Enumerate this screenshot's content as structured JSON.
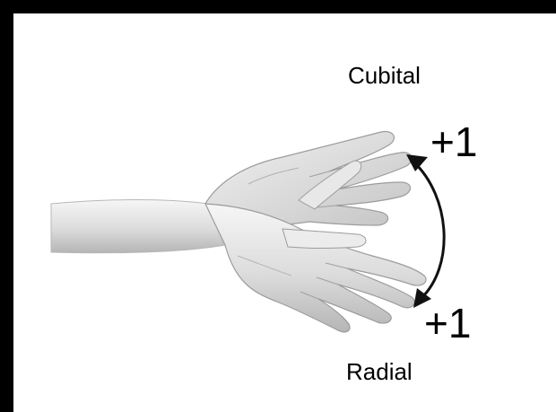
{
  "labels": {
    "upper_direction": "Cubital",
    "lower_direction": "Radial",
    "upper_score": "+1",
    "lower_score": "+1"
  },
  "colors": {
    "frame": "#000000",
    "background": "#ffffff",
    "skin_light": "#f4f4f4",
    "skin_mid": "#d6d6d6",
    "skin_shadow": "#a8a8a8",
    "arrow": "#111111"
  },
  "icons": {
    "arc_arrow": "double-headed-curved-arrow"
  }
}
